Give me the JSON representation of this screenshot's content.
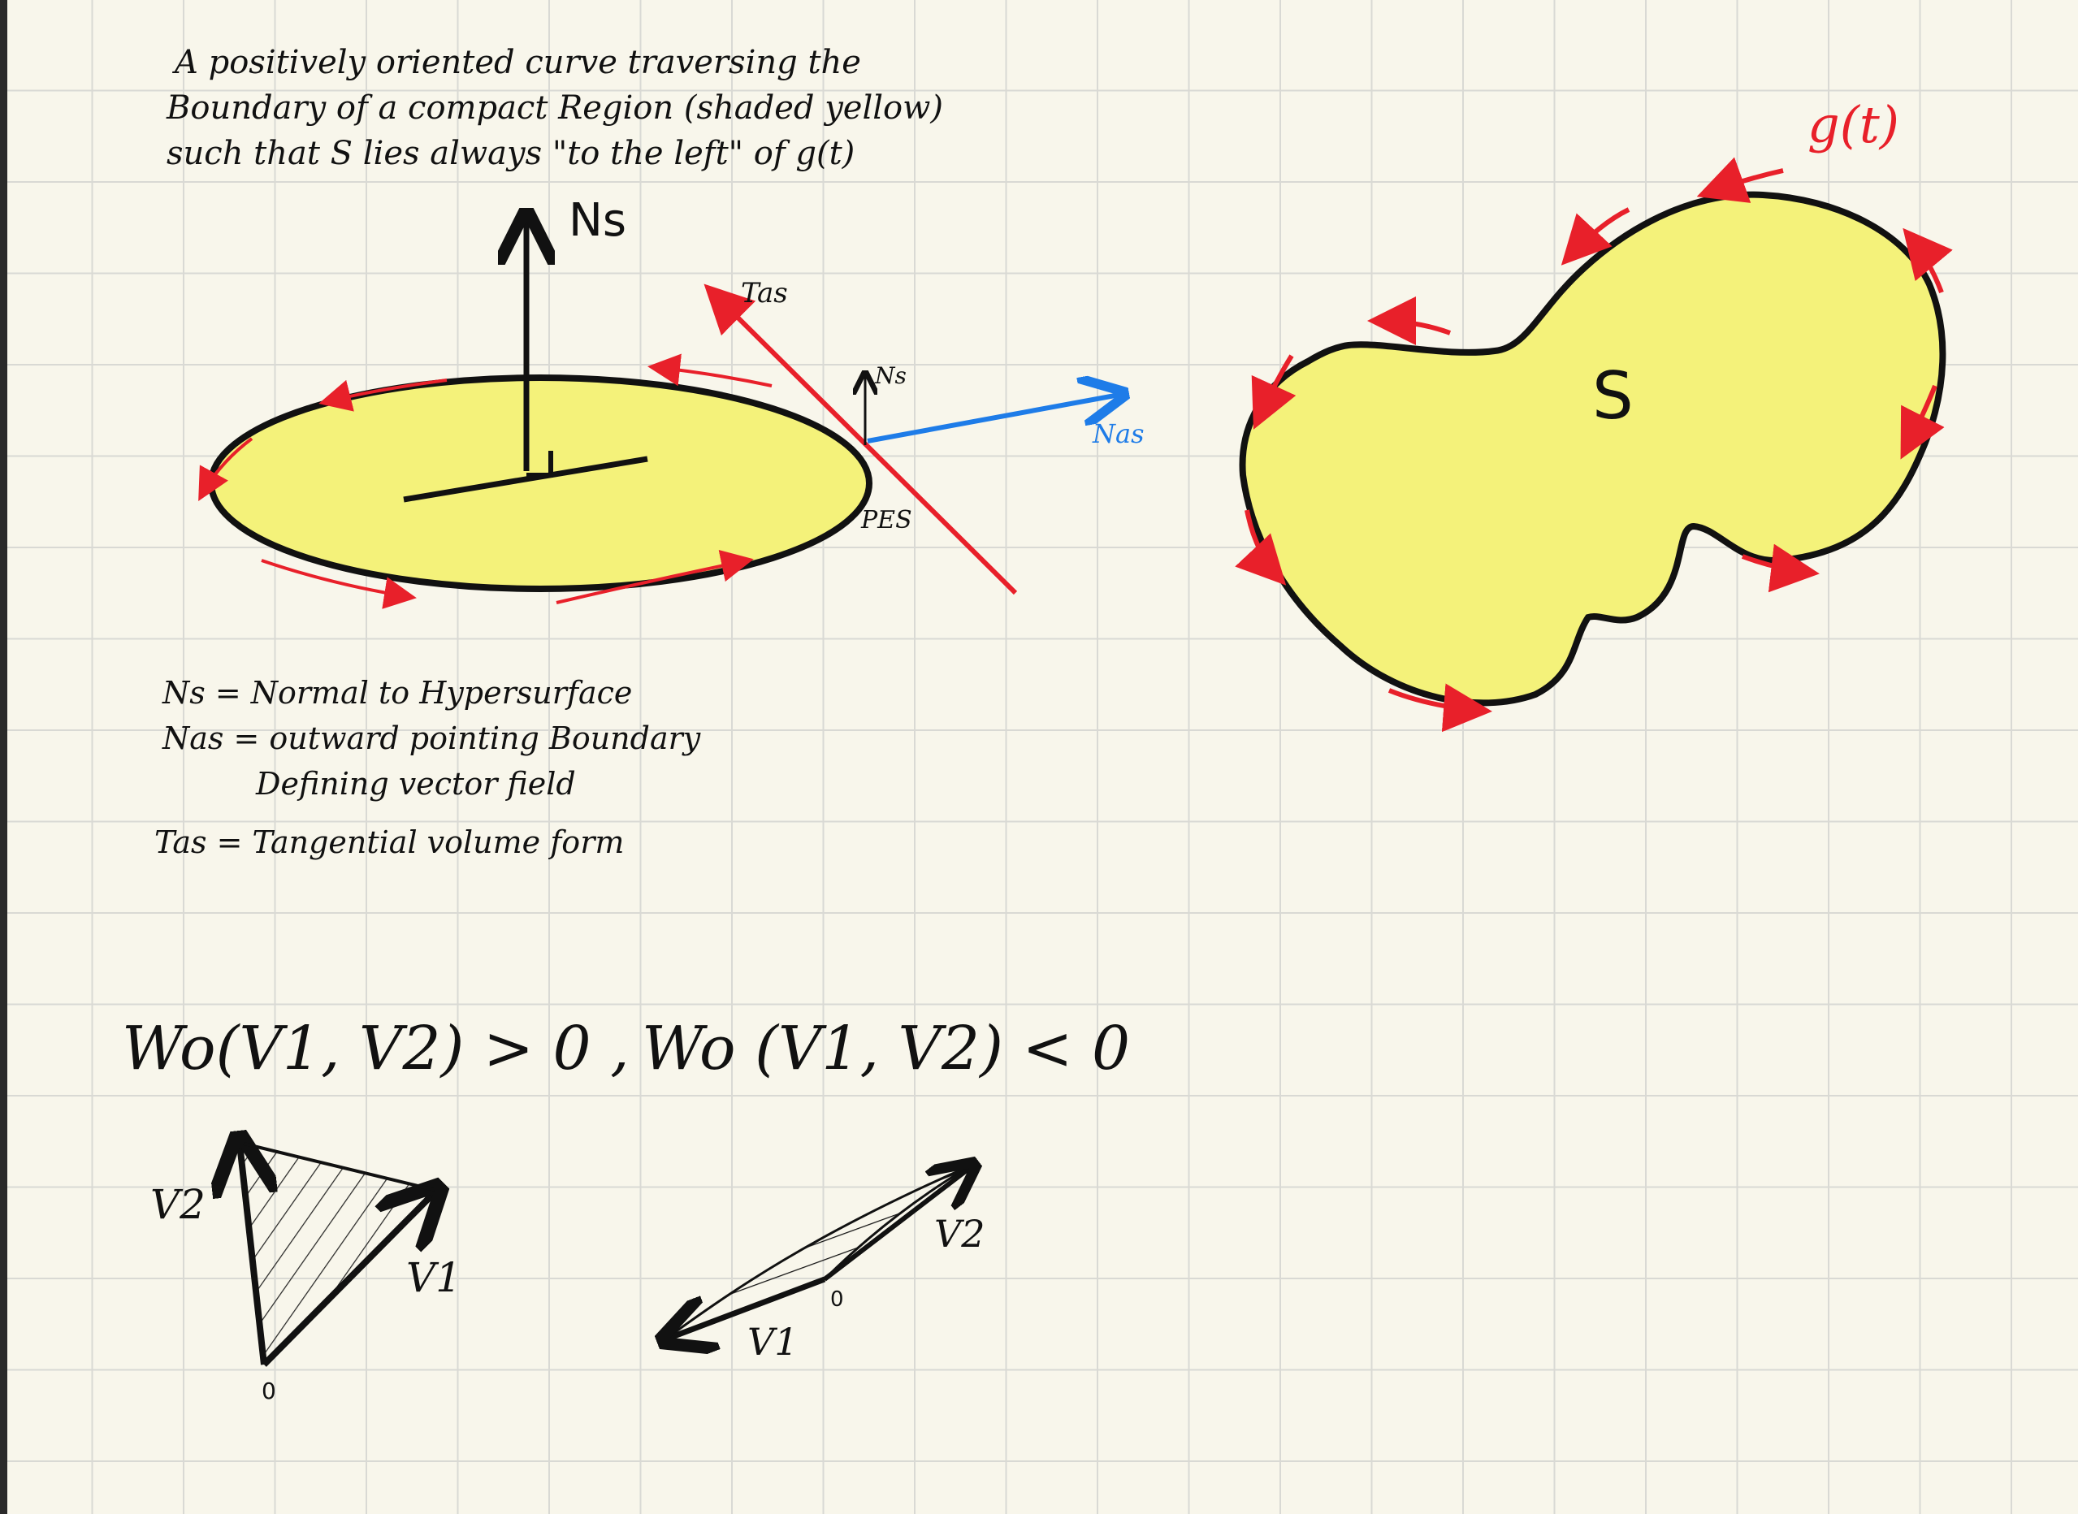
{
  "caption": {
    "line1": "A positively oriented curve traversing the",
    "line2": "Boundary of a compact Region (shaded yellow)",
    "line3": "such that S lies always \"to the left\" of g(t)"
  },
  "labels": {
    "normal_surface": "Ns",
    "tangent_boundary": "Tas",
    "normal_small": "Ns",
    "normal_boundary": "Nas",
    "point": "PES",
    "region": "S",
    "curve": "g(t)"
  },
  "legend": {
    "line1": "Ns = Normal to Hypersurface",
    "line2": "Nas = outward pointing Boundary",
    "line3": "Defining vector field",
    "line4": "Tas = Tangential volume form"
  },
  "orientation": {
    "positive": "Wo(V1, V2) > 0 ,",
    "negative": "Wo (V1, V2) < 0"
  },
  "vectors": {
    "left_v2": "V2",
    "left_v1": "V1",
    "left_origin": "0",
    "right_v2": "V2",
    "right_v1": "V1",
    "right_origin": "0"
  },
  "colors": {
    "paper": "#F8F6EB",
    "grid": "#D9D9D4",
    "ink": "#111111",
    "red": "#E8202A",
    "blue": "#1E7CE8",
    "yellow": "#F4F27A"
  }
}
